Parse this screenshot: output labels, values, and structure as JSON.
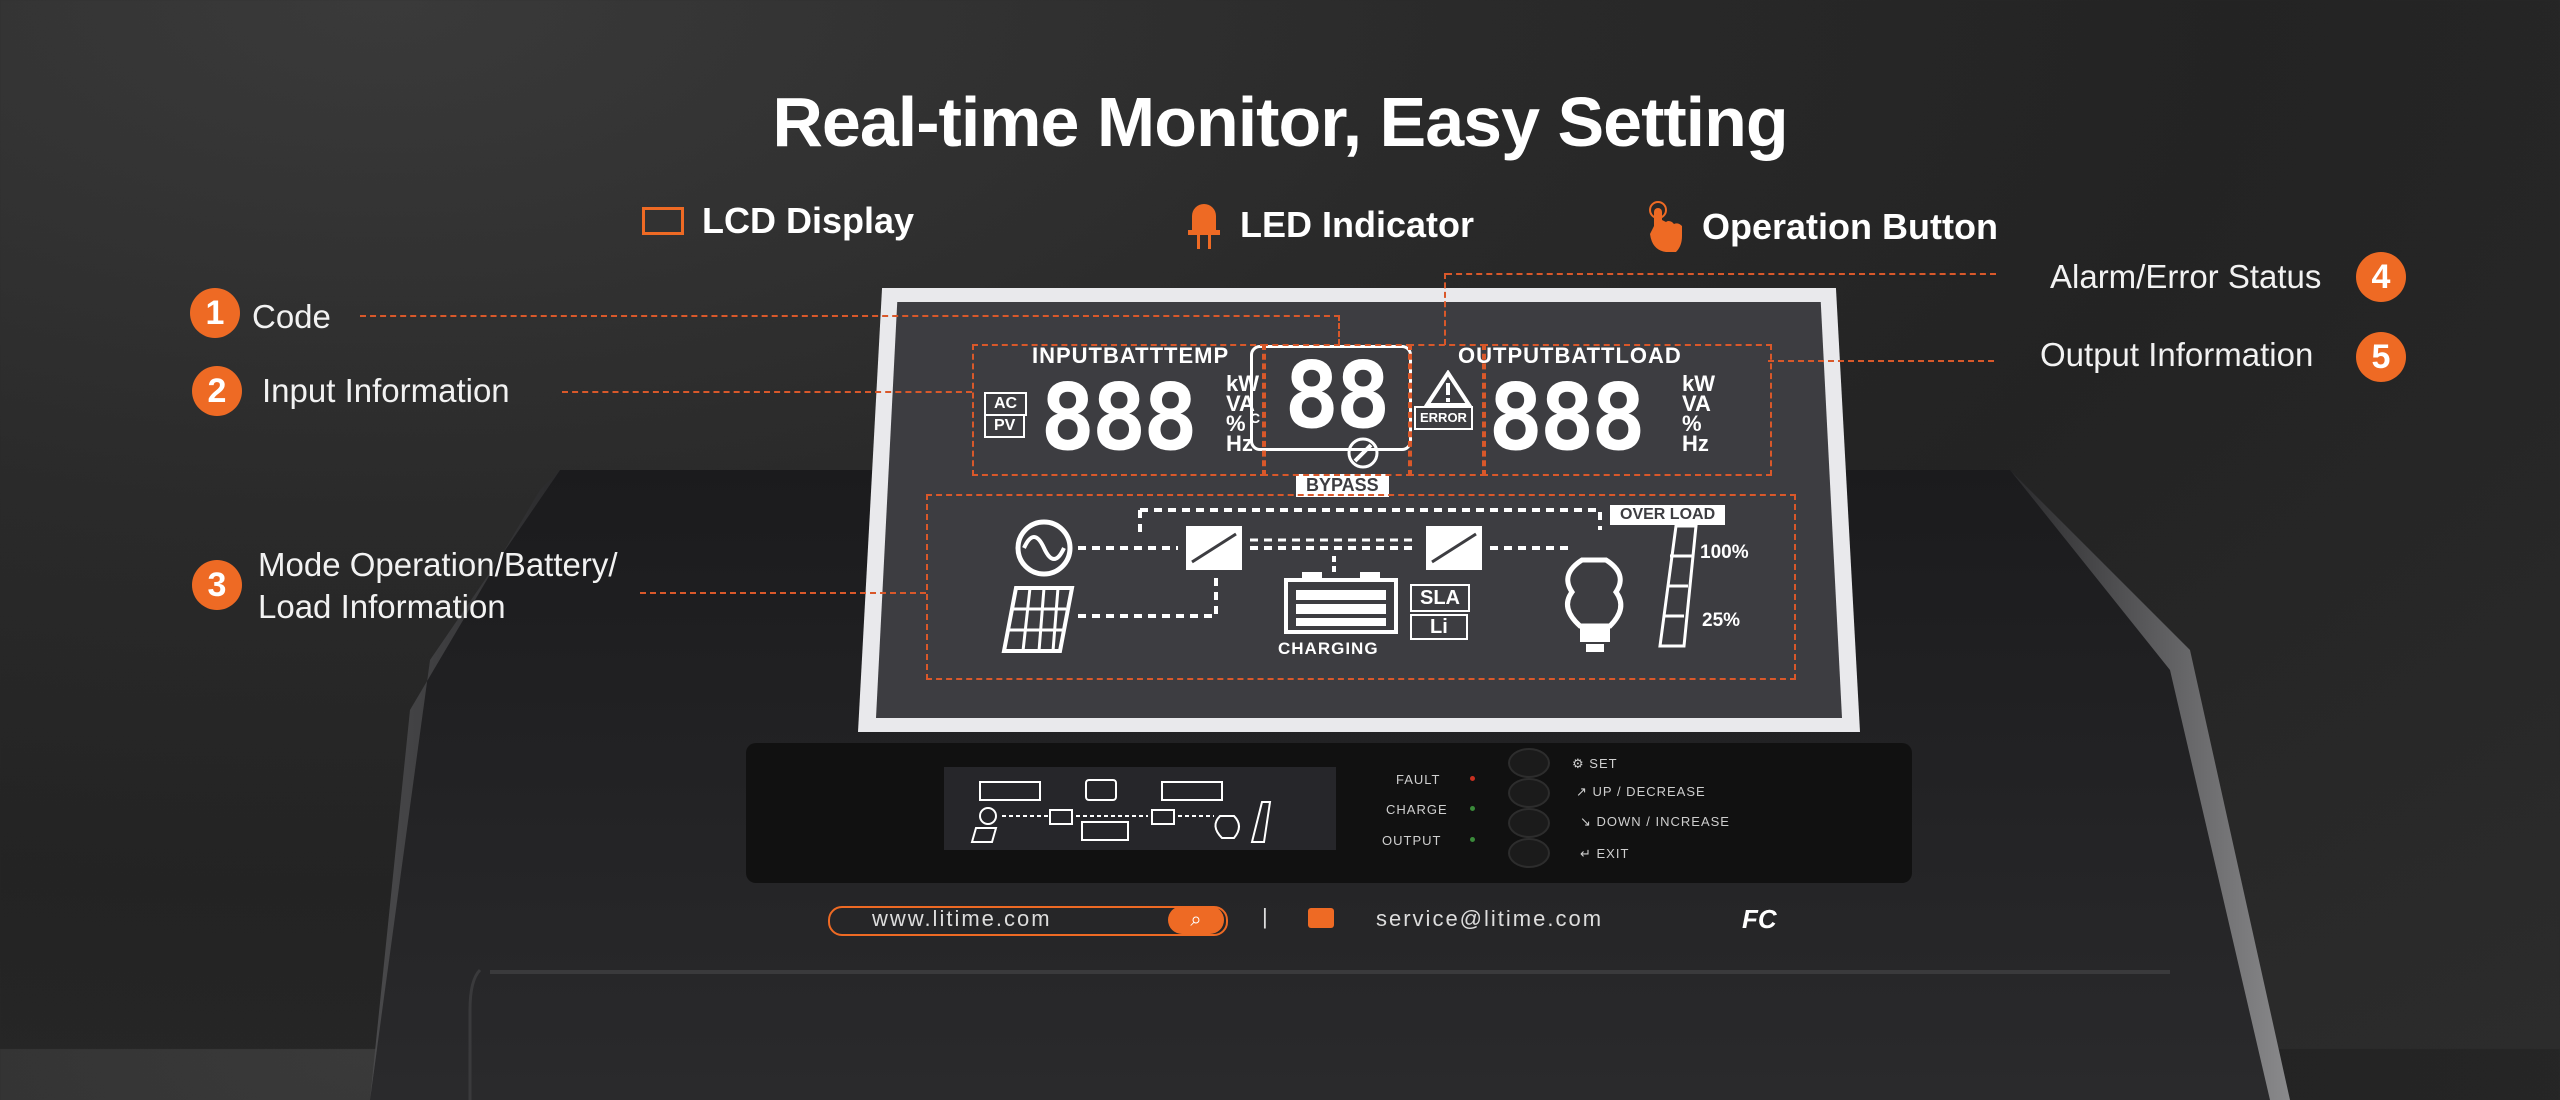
{
  "title": "Real-time Monitor, Easy Setting",
  "legend": [
    {
      "label": "LCD Display",
      "icon": "lcd-icon"
    },
    {
      "label": "LED Indicator",
      "icon": "led-icon"
    },
    {
      "label": "Operation Button",
      "icon": "tap-icon"
    }
  ],
  "callouts": {
    "c1": {
      "num": "1",
      "label": "Code"
    },
    "c2": {
      "num": "2",
      "label": "Input Information"
    },
    "c3": {
      "num": "3",
      "label_line1": "Mode Operation/Battery/",
      "label_line2": "Load Information"
    },
    "c4": {
      "num": "4",
      "label": "Alarm/Error Status"
    },
    "c5": {
      "num": "5",
      "label": "Output Information"
    }
  },
  "lcd": {
    "input_header": "INPUTBATTTEMP",
    "output_header": "OUTPUTBATTLOAD",
    "input_digits": "888",
    "code_digits": "88",
    "output_digits": "888",
    "ac": "AC",
    "pv": "PV",
    "unit_kw": "kW",
    "unit_va": "VA",
    "unit_pct": "%",
    "unit_hz": "Hz",
    "unit_c": "C",
    "error": "ERROR",
    "bypass": "BYPASS",
    "overload": "OVER LOAD",
    "sla": "SLA",
    "li": "Li",
    "charging": "CHARGING",
    "pct100": "100%",
    "pct25": "25%"
  },
  "panel": {
    "leds": [
      "FAULT",
      "CHARGE",
      "OUTPUT"
    ],
    "buttons": [
      "SET",
      "UP / DECREASE",
      "DOWN / INCREASE",
      "EXIT"
    ],
    "website": "www.litime.com",
    "separator": "|",
    "email": "service@litime.com",
    "cert": "FC"
  },
  "colors": {
    "accent": "#ee6a24",
    "dash": "#d9582a",
    "lcd_bg": "#3d3d41"
  }
}
